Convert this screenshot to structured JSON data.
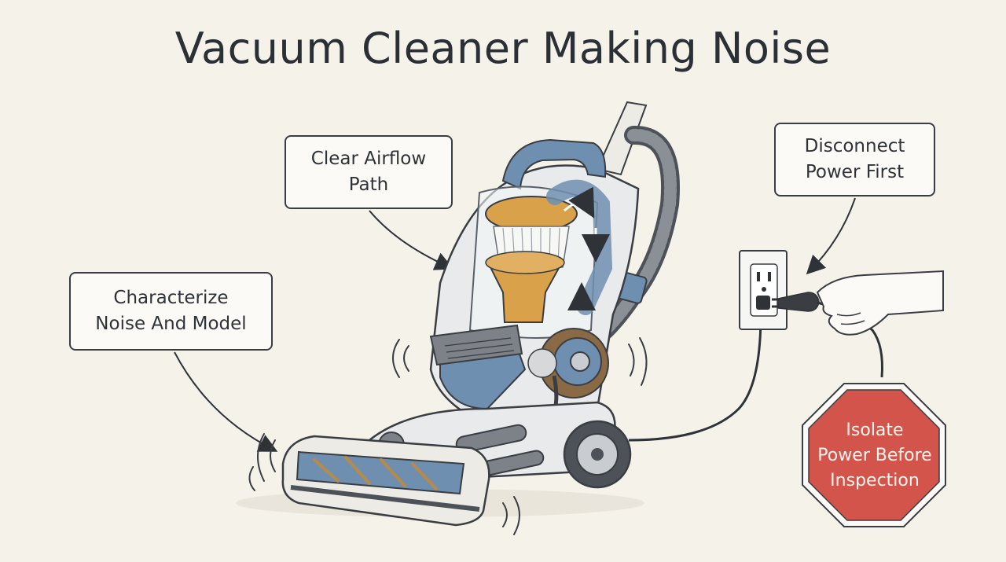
{
  "title": "Vacuum Cleaner Making Noise",
  "callouts": {
    "airflow": "Clear Airflow\nPath",
    "power": "Disconnect\nPower First",
    "noise": "Characterize\nNoise And Model"
  },
  "stop_sign": {
    "text": "Isolate\nPower Before\nInspection",
    "color": "#d2544a"
  },
  "colors": {
    "background": "#f5f2ea",
    "accent_orange": "#d9a24a",
    "accent_blue": "#6f8fb0",
    "outline": "#3a3d42"
  }
}
